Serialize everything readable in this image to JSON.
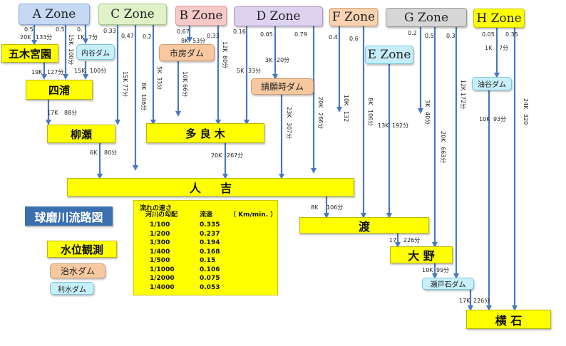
{
  "zones": {
    "A": {
      "label": "A Zone",
      "bg": "#c5d9f5",
      "border": "#8aa8d8"
    },
    "C": {
      "label": "C Zone",
      "bg": "#dff2c8",
      "border": "#a8c88a"
    },
    "B": {
      "label": "B Zone",
      "bg": "#f9c9c9",
      "border": "#d89a9a"
    },
    "D": {
      "label": "D Zone",
      "bg": "#ddd2f0",
      "border": "#aa98cc"
    },
    "F": {
      "label": "F Zone",
      "bg": "#fcd3b0",
      "border": "#d8a070"
    },
    "G": {
      "label": "G Zone",
      "bg": "#d6d6d6",
      "border": "#999999"
    },
    "H": {
      "label": "H Zone",
      "bg": "#ffff00",
      "border": "#c8c800"
    },
    "E": {
      "label": "E Zone",
      "bg": "#c7eefb",
      "border": "#7bc5dd"
    }
  },
  "places": {
    "gokishoen": "五木宮園",
    "youra": "四浦",
    "yanase": "柳瀬",
    "taragi": "多 良 木",
    "hitoyoshi": "人 　 吉",
    "watari": "渡",
    "ono": "大 野",
    "yokoishi": "横 石"
  },
  "dams": {
    "uchitani": "内谷ダム",
    "ichifusa": "市房ダム",
    "shoraiji": "請願時ダム",
    "yutani": "油谷ダム",
    "setoishi": "瀬戸石ダム"
  },
  "legend": {
    "title": "球磨川流路図",
    "observation": "水位観測",
    "flood_dam": "治水ダム",
    "water_dam": "利水ダム"
  },
  "flow_table": {
    "heading": "流れの速さ",
    "col1": "河川の勾配",
    "col2": "流速",
    "col3": "（ Km/min. ）",
    "rows": [
      {
        "slope": "1/100",
        "speed": "0.335"
      },
      {
        "slope": "1/200",
        "speed": "0.237"
      },
      {
        "slope": "1/300",
        "speed": "0.194"
      },
      {
        "slope": "1/400",
        "speed": "0.168"
      },
      {
        "slope": "1/500",
        "speed": "0.15"
      },
      {
        "slope": "1/1000",
        "speed": "0.106"
      },
      {
        "slope": "1/2000",
        "speed": "0.075"
      },
      {
        "slope": "1/4000",
        "speed": "0.053"
      }
    ]
  },
  "labels": {
    "a1": "0.5",
    "a2": "20K",
    "a3": "133分",
    "a4": "0.5",
    "a5": "15K",
    "a6": "100分",
    "a7": "0.",
    "a8": "1K",
    "a9": "7分",
    "a10": "19K",
    "a11": "127分",
    "a12": "15K",
    "a13": "100分",
    "c1": "0.33",
    "c2": "15K",
    "c3": "77分",
    "c4": "0.47",
    "c5": "8K",
    "c6": "106分",
    "c7": "17K",
    "c8": "88分",
    "c9": "6K",
    "c10": "80分",
    "b1": "0.2",
    "b2": "0.67",
    "b3": "8K",
    "b4": "53分",
    "b5": "0.33",
    "b6": "5K",
    "b7": "33分",
    "b8": "10K",
    "b9": "66分",
    "b10": "12K",
    "b11": "80分",
    "d1": "0.16",
    "d2": "5K",
    "d3": "33分",
    "d4": "0.05",
    "d5": "3K",
    "d6": "20分",
    "d7": "0.79",
    "d8": "23K",
    "d9": "307分",
    "d10": "20K",
    "d11": "267分",
    "f1": "0.4",
    "f2": "20K",
    "f3": "266分",
    "f4": "0.6",
    "f5": "10K",
    "f6": "132",
    "f7": "8K",
    "f8": "106分",
    "e1": "8K",
    "e2": "106分",
    "e3": "13K",
    "e4": "192分",
    "e5": "17",
    "e6": "226分",
    "g1": "0.2",
    "g2": "0.5",
    "g3": "3K",
    "g4": "40分",
    "g5": "0.3",
    "g6": "20K",
    "g7": "663分",
    "g8": "12K",
    "g9": "172分",
    "g10": "10K",
    "g11": "99分",
    "h1": "0.05",
    "h2": "0.35",
    "h3": "1K",
    "h4": "7分",
    "h5": "10K",
    "h6": "93分",
    "h7": "24K",
    "h8": "320",
    "h9": "17K",
    "h10": "226分"
  }
}
